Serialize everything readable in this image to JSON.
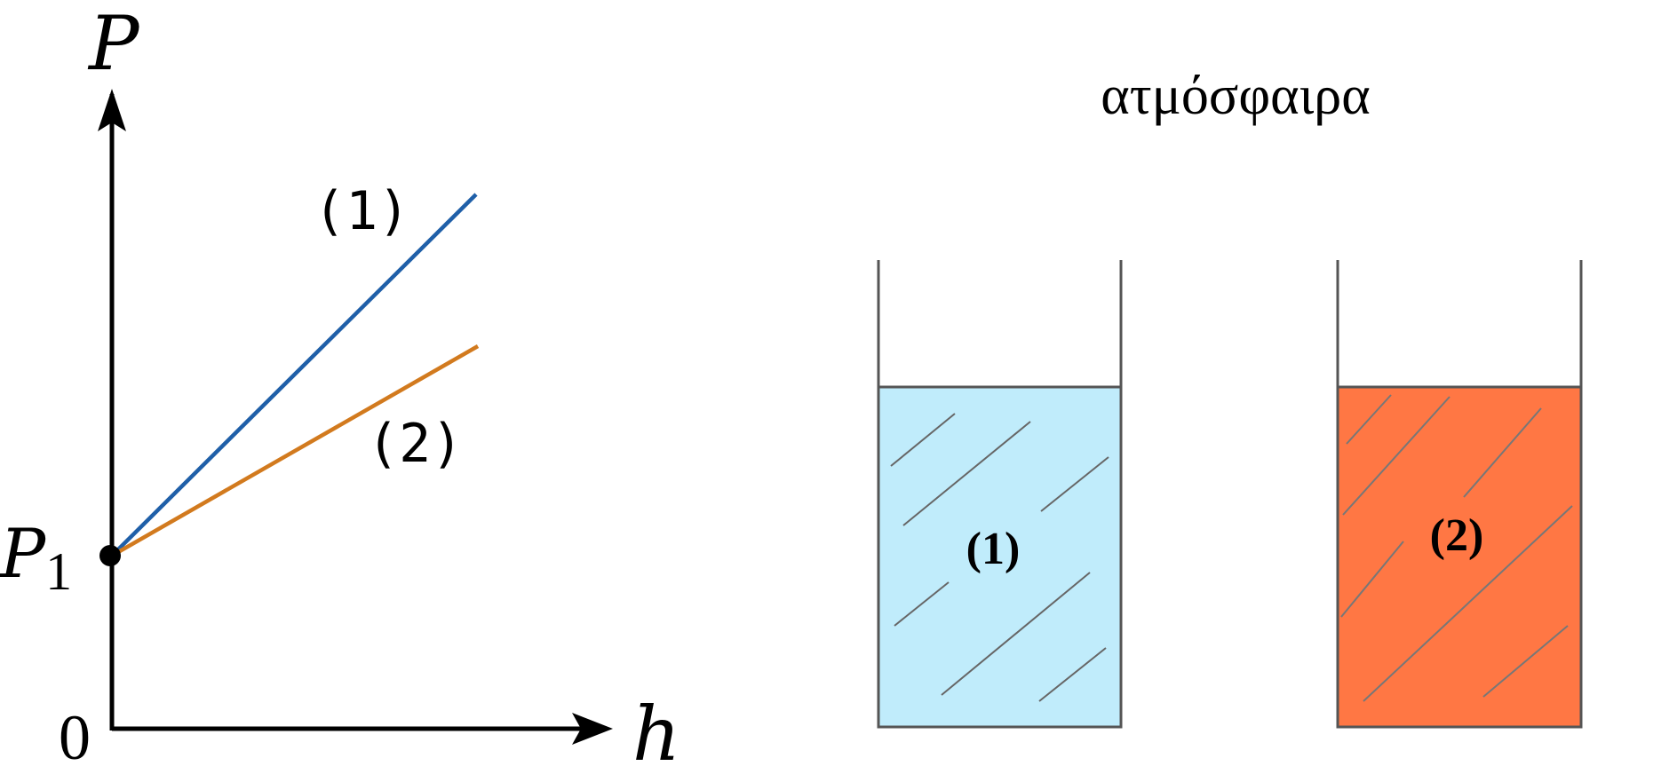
{
  "graph": {
    "y_axis_label": "P",
    "x_axis_label": "h",
    "origin_label": "0",
    "intercept_label": "P",
    "intercept_subscript": "1",
    "line1_label": "(1)",
    "line2_label": "(2)",
    "line1_color": "#1f5fa8",
    "line2_color": "#d27a1e"
  },
  "containers": {
    "title": "ατμόσφαιρα",
    "container1_label": "(1)",
    "container2_label": "(2)",
    "liquid1_color": "#c0ecfb",
    "liquid2_color": "#ff7744"
  }
}
